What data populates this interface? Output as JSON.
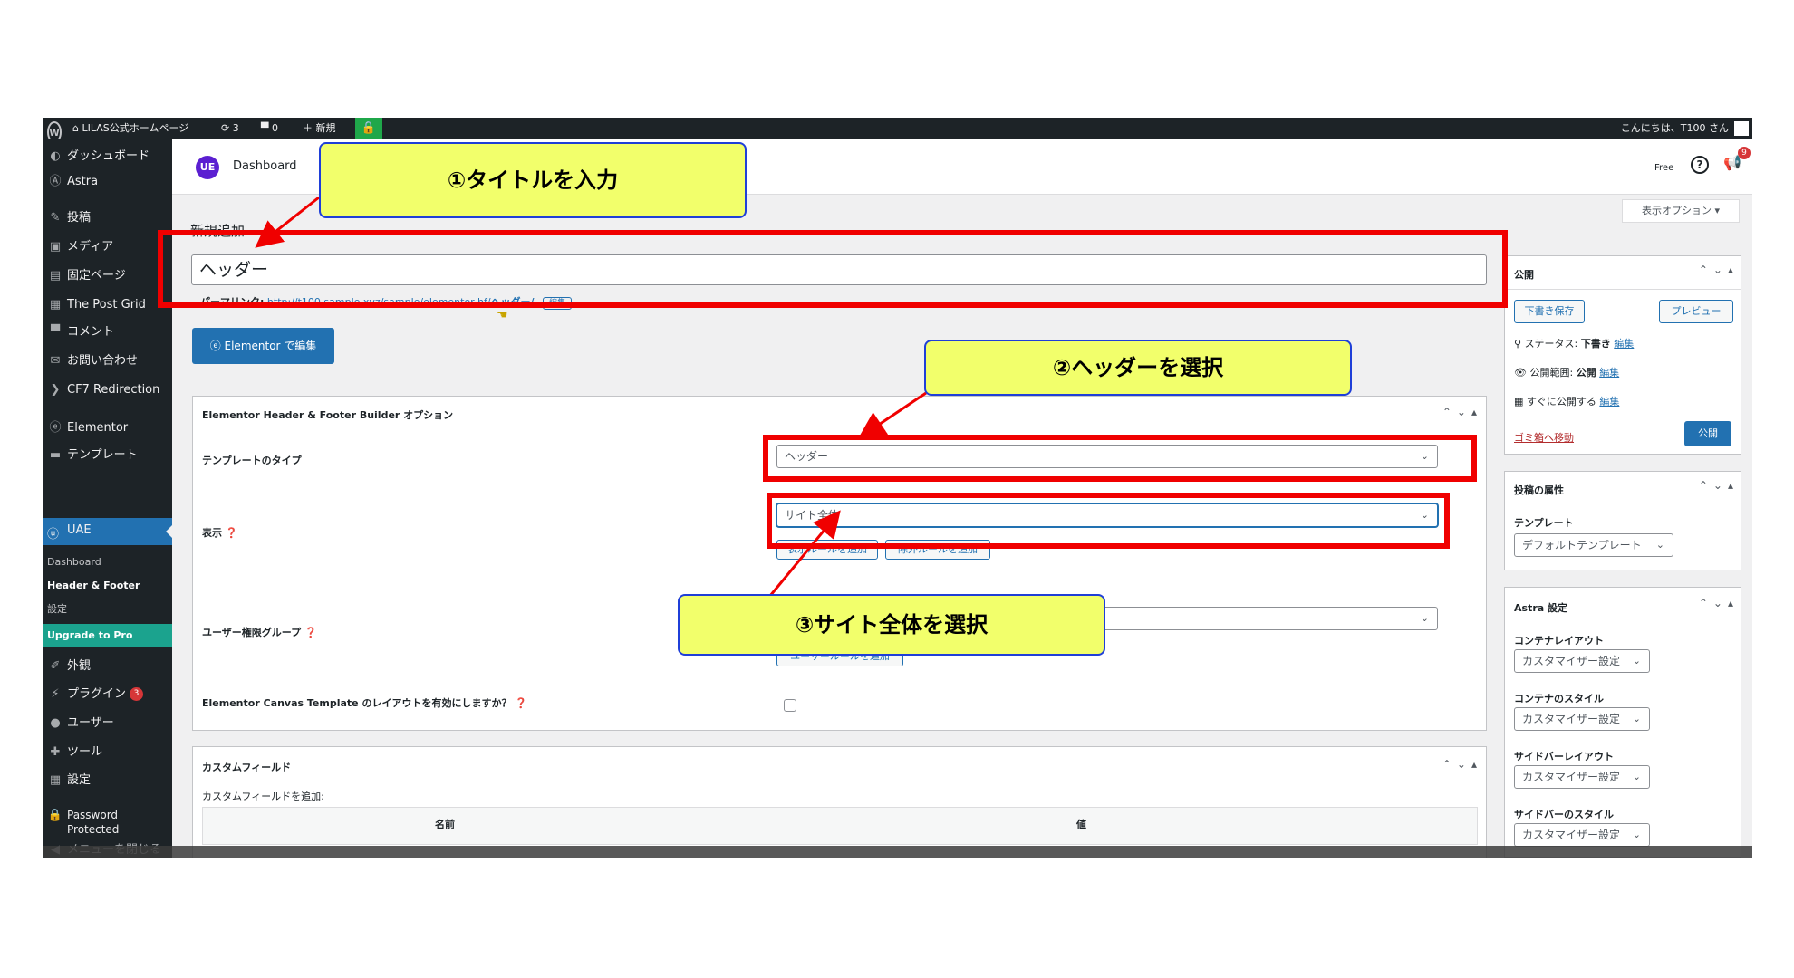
{
  "adminbar": {
    "site_name": "LILAS公式ホームページ",
    "updates": "3",
    "comments": "0",
    "new_label": "新規",
    "greeting": "こんにちは、T100 さん"
  },
  "sidebar": {
    "items": [
      {
        "label": "ダッシュボード"
      },
      {
        "label": "Astra"
      },
      {
        "label": "投稿"
      },
      {
        "label": "メディア"
      },
      {
        "label": "固定ページ"
      },
      {
        "label": "The Post Grid"
      },
      {
        "label": "コメント"
      },
      {
        "label": "お問い合わせ"
      },
      {
        "label": "CF7 Redirection"
      },
      {
        "label": "Elementor"
      },
      {
        "label": "テンプレート"
      },
      {
        "label": "UAE"
      },
      {
        "label": "外観"
      },
      {
        "label": "プラグイン"
      },
      {
        "label": "ユーザー"
      },
      {
        "label": "ツール"
      },
      {
        "label": "設定"
      },
      {
        "label": "Password Protected"
      },
      {
        "label": "メニューを閉じる"
      }
    ],
    "uae_sub": [
      "Dashboard",
      "Header & Footer",
      "設定"
    ],
    "upgrade_label": "Upgrade to Pro",
    "plugins_badge": "3"
  },
  "topbar": {
    "logo_text": "UE",
    "dashboard_label": "Dashboard",
    "free_label": "Free",
    "notif_count": "9",
    "screen_options": "表示オプション ▾"
  },
  "editor": {
    "page_heading": "新規追加",
    "title_value": "ヘッダー",
    "permalink_label": "パーマリンク:",
    "permalink_url": "http://t100.sample.xyz/sample/elementor-hf/",
    "permalink_slug": "ヘッダー/",
    "edit_label": "編集",
    "elementor_btn": "Elementor で編集"
  },
  "options_box": {
    "heading": "Elementor Header & Footer Builder オプション",
    "template_type_label": "テンプレートのタイプ",
    "template_type_value": "ヘッダー",
    "display_label": "表示",
    "display_value": "サイト全体",
    "add_display_rule": "表示ルールを追加",
    "add_exclude_rule": "除外ルールを追加",
    "user_roles_label": "ユーザー権限グループ",
    "add_user_rule": "ユーザールールを追加",
    "canvas_label": "Elementor Canvas Template のレイアウトを有効にしますか？"
  },
  "custom_fields": {
    "heading": "カスタムフィールド",
    "add_label": "カスタムフィールドを追加:",
    "col_name": "名前",
    "col_value": "値"
  },
  "publish_box": {
    "heading": "公開",
    "save_draft": "下書き保存",
    "preview": "プレビュー",
    "status_label": "ステータス:",
    "status_value": "下書き",
    "visibility_label": "公開範囲:",
    "visibility_value": "公開",
    "schedule_label": "すぐに公開する",
    "edit": "編集",
    "trash": "ゴミ箱へ移動",
    "publish": "公開"
  },
  "attributes_box": {
    "heading": "投稿の属性",
    "template_label": "テンプレート",
    "template_value": "デフォルトテンプレート"
  },
  "astra_box": {
    "heading": "Astra 設定",
    "fields": [
      {
        "label": "コンテナレイアウト",
        "value": "カスタマイザー設定"
      },
      {
        "label": "コンテナのスタイル",
        "value": "カスタマイザー設定"
      },
      {
        "label": "サイドバーレイアウト",
        "value": "カスタマイザー設定"
      },
      {
        "label": "サイドバーのスタイル",
        "value": "カスタマイザー設定"
      }
    ]
  },
  "annotations": {
    "step1": "①タイトルを入力",
    "step2": "②ヘッダーを選択",
    "step3": "③サイト全体を選択"
  },
  "colors": {
    "annotation_red": "#f00000",
    "callout_fill": "#f2ff6b",
    "callout_border": "#1f3fd8",
    "wp_blue": "#2271b1",
    "admin_dark": "#1d2327",
    "upgrade_green": "#1ba38e"
  }
}
